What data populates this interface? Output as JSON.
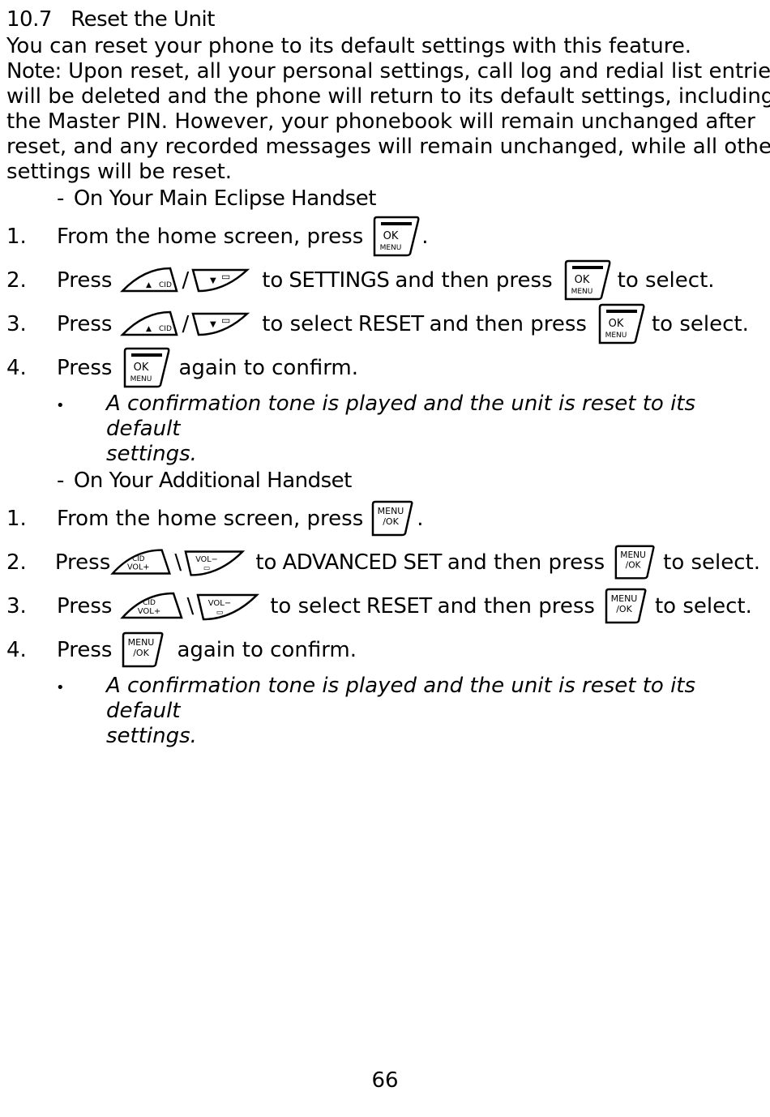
{
  "section": {
    "number": "10.7",
    "title": "Reset the Unit",
    "intro": "You can reset your phone to its default settings with this feature.",
    "note_label": "Note:",
    "note_lines": [
      " Upon reset, all your personal settings, call log and redial list entries",
      "will  be deleted and the phone will return to its default settings, including",
      "the Master PIN. However, your  phonebook will remain unchanged after",
      "reset, and any recorded messages will remain unchanged, while all other",
      "settings will be reset."
    ]
  },
  "main_handset": {
    "heading_dash": "-",
    "heading": "On Your Main Eclipse Handset",
    "steps": [
      {
        "num": "1.",
        "a": "From the home screen, press",
        "b": "."
      },
      {
        "num": "2.",
        "a": "Press",
        "sep": "/",
        "c": "to",
        "bold": "SETTINGS",
        "d": "and then press",
        "e": "to select."
      },
      {
        "num": "3.",
        "a": "Press",
        "sep": "/",
        "c": "to select",
        "bold": "RESET",
        "d": "and then press",
        "e": "to select."
      },
      {
        "num": "4.",
        "a": "Press",
        "b": "again to confirm."
      }
    ],
    "bullet": "•",
    "note_lines": [
      "A confirmation tone is played and the unit is reset to its default",
      "settings."
    ]
  },
  "additional_handset": {
    "heading_dash": "-",
    "heading": "On Your Additional Handset",
    "steps": [
      {
        "num": "1.",
        "a": "From the home screen, press",
        "b": "."
      },
      {
        "num": "2.",
        "a": "Press",
        "sep": "\\",
        "c": "to",
        "bold": "ADVANCED SET",
        "d": "and then press",
        "e": "to select."
      },
      {
        "num": "3.",
        "a": "Press",
        "sep": "\\",
        "c": "to select",
        "bold": "RESET",
        "d": "and then press",
        "e": "to select."
      },
      {
        "num": "4.",
        "a": "Press",
        "b": "again to confirm."
      }
    ],
    "bullet": "•",
    "note_lines": [
      "A confirmation tone is played and the unit is reset to its default",
      "settings."
    ]
  },
  "key_labels": {
    "ok": "OK",
    "menu_small": "MENU",
    "menu": "MENU",
    "slash_ok": "/OK",
    "cid": "CID",
    "vol_plus": "VOL+",
    "vol_minus": "VOL−"
  },
  "page_number": "66"
}
